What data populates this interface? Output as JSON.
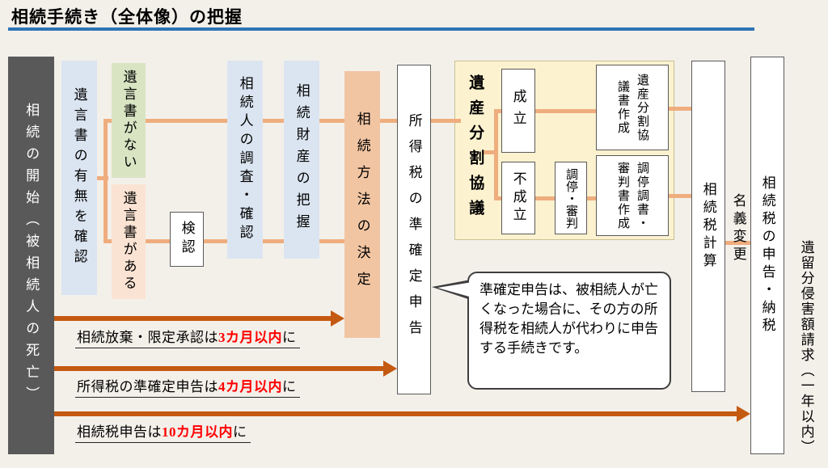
{
  "title": "相続手続き（全体像）の把握",
  "nodes": {
    "start": "相続の開始（被相続人の死亡）",
    "will_check": "遺言書の有無を確認",
    "no_will": "遺言書がない",
    "has_will": "遺言書がある",
    "probate": "検認",
    "heirs": "相続人の調査・確認",
    "assets": "相続財産の把握",
    "method": "相続方法の決定",
    "quasi_return": "所得税の準確定申告",
    "council": "遺産分割協議",
    "agreed": "成立",
    "not_agreed": "不成立",
    "mediation": "調停・審判",
    "agreement_doc": "遺産分割協議書作成",
    "mediation_doc": "調停調書・審判書作成",
    "tax_calc": "相続税計算",
    "name_change": "名義変更",
    "tax_filing": "相続税の申告・納税",
    "iryubun": "遺留分侵害額請求（一年以内）"
  },
  "callout": "準確定申告は、被相続人が亡くなった場合に、その方の所得税を相続人が代わりに申告する手続きです。",
  "deadlines": [
    {
      "prefix": "相続放棄・限定承認は",
      "term": "3カ月以内",
      "suffix": "に"
    },
    {
      "prefix": "所得税の準確定申告は",
      "term": "4カ月以内",
      "suffix": "に"
    },
    {
      "prefix": "相続税申告は",
      "term": "10カ月以内",
      "suffix": "に"
    }
  ],
  "colors": {
    "background": "#f3f0ea",
    "accent_rule": "#2e74b5",
    "start_box": "#595959",
    "blue_box": "#dbe5f1",
    "green_box": "#d9e4c3",
    "peach_box": "#fbe3d3",
    "salmon_box": "#f2c5a2",
    "yellow_panel": "#fdf2cf",
    "connector": "#efad7e",
    "arrow": "#c45911",
    "deadline_red": "#ff0000"
  }
}
